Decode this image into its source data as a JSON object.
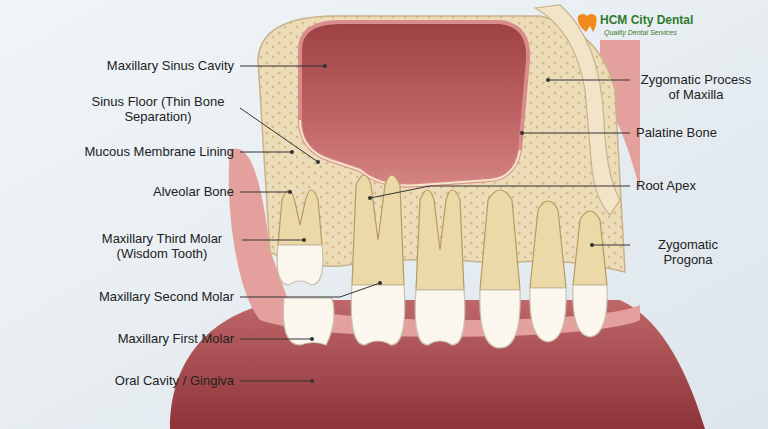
{
  "diagram": {
    "labels": [
      "Maxillary Sinus Cavity",
      "Sinus Floor (Thin Bone Separation)",
      "Mucous Membrane Lining",
      "Alveolar Bone",
      "Maxillary Third Molar (Wisdom Tooth)",
      "Maxillary Second Molar",
      "Maxillary First Molar",
      "Oral Cavity / Gingiva",
      "Zygomatic Process of Maxilla",
      "Palatine Bone",
      "Root Apex",
      "Zygomatic Progona",
      "HCM City Dental",
      "Quality Dental Services"
    ]
  }
}
